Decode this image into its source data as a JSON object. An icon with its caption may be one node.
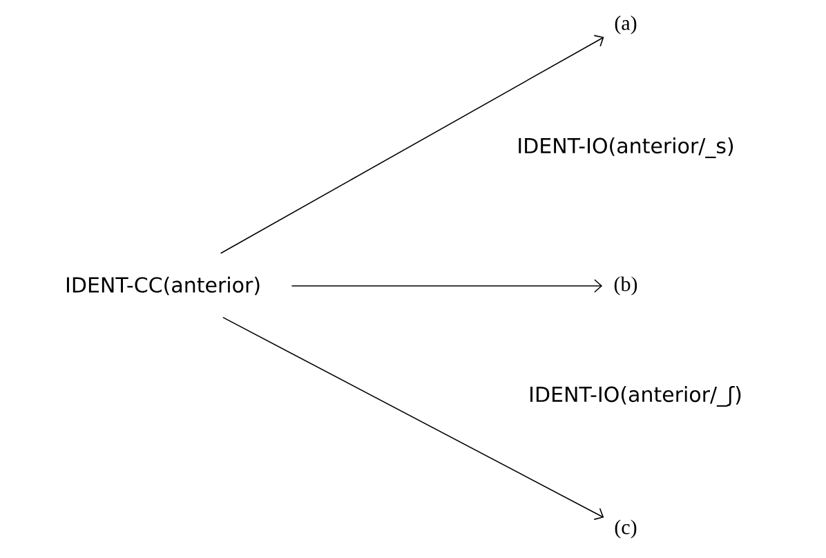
{
  "diagram": {
    "nodes": [
      {
        "text": [
          "IDENT-CC(anterior)"
        ]
      },
      {
        "text": [
          "(a)"
        ]
      },
      {
        "text": [
          "(b)"
        ]
      },
      {
        "text": [
          "(c)"
        ]
      }
    ],
    "edges": [
      {
        "from": 0,
        "to": 1,
        "arrow": "to"
      },
      {
        "from": 0,
        "to": 2,
        "arrow": "to"
      },
      {
        "from": 0,
        "to": 3,
        "arrow": "to"
      }
    ],
    "labels": [
      "IDENT-IO(anterior/_s)",
      "IDENT-IO(anterior/_ʃ)"
    ]
  }
}
